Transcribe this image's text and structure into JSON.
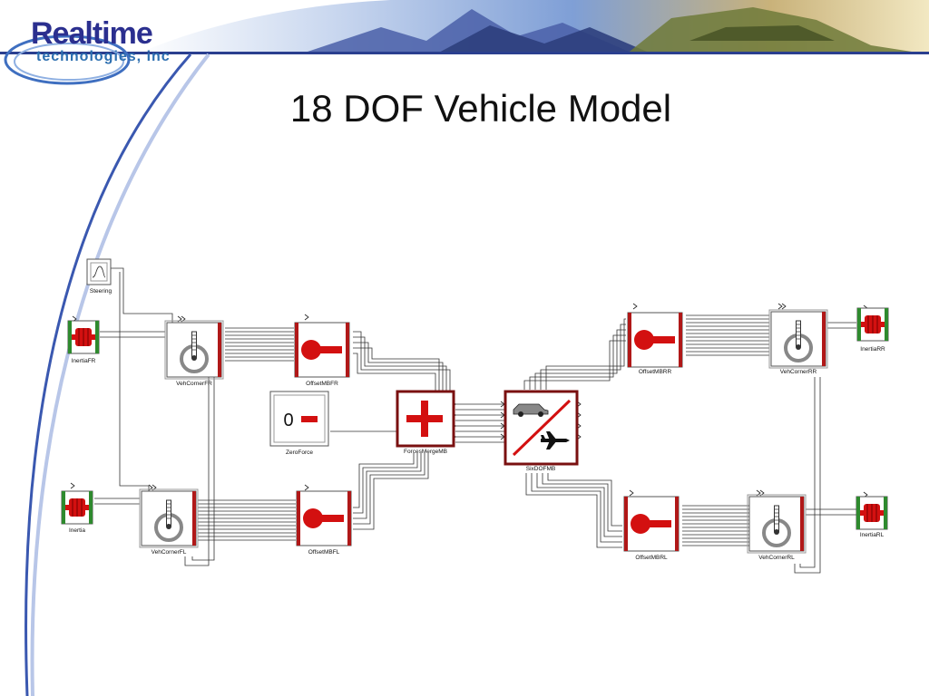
{
  "header": {
    "logo_main": "Realtime",
    "logo_sub": "technologies, inc",
    "title": "18 DOF Vehicle Model"
  },
  "colors": {
    "accent_red": "#d31010",
    "port_red": "#b01818",
    "mass_green": "#2e8a2e",
    "banner_blue": "#2a3f8f"
  },
  "blocks": {
    "steering": "Steering",
    "inertia_fr": "InertiaFR",
    "veh_corner_fr": "VehCornerFR",
    "offset_mbfr": "OffsetMBFR",
    "zero_force": "ZeroForce",
    "zero_value": "0",
    "forces_merge_mb": "ForcesMergeMB",
    "six_dof_mb": "SixDOFMB",
    "offset_mbrr": "OffsetMBRR",
    "veh_corner_rr": "VehCornerRR",
    "inertia_rr": "InertiaRR",
    "inertia": "Inertia",
    "veh_corner_fl": "VehCornerFL",
    "offset_mbfl": "OffsetMBFL",
    "offset_mbrl": "OffsetMBRL",
    "veh_corner_rl": "VehCornerRL",
    "inertia_rl": "InertiaRL"
  }
}
